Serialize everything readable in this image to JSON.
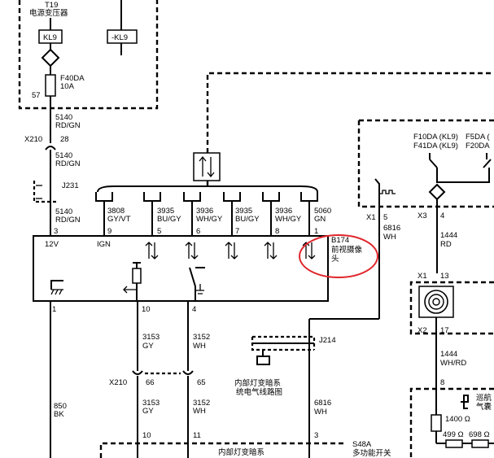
{
  "power_source": {
    "component": "T19",
    "name": "电源变压器",
    "kl9": "KL9",
    "kl9_neg": "-KL9"
  },
  "fuse_top": {
    "id": "F40DA",
    "rating": "10A",
    "pin": "57"
  },
  "wire_5140_a": {
    "circuit": "5140",
    "color": "RD/GN"
  },
  "connector_x210_top": {
    "id": "X210",
    "pin": "28"
  },
  "wire_5140_b": {
    "circuit": "5140",
    "color": "RD/GN"
  },
  "splice_j231": {
    "id": "J231"
  },
  "wire_5140_c": {
    "circuit": "5140",
    "color": "RD/GN",
    "pin": "3"
  },
  "bus_wires": [
    {
      "circuit": "3808",
      "color": "GY/VT",
      "pin": "9"
    },
    {
      "circuit": "3935",
      "color": "BU/GY",
      "pin": "5"
    },
    {
      "circuit": "3936",
      "color": "WH/GY",
      "pin": "6"
    },
    {
      "circuit": "3935",
      "color": "BU/GY",
      "pin": "7"
    },
    {
      "circuit": "3936",
      "color": "WH/GY",
      "pin": "8"
    },
    {
      "circuit": "5060",
      "color": "GN",
      "pin": "1"
    }
  ],
  "camera": {
    "id": "B174",
    "name_line1": "前视摄像",
    "name_line2": "头",
    "pin_12v": "12V",
    "pin_ign": "IGN"
  },
  "bottom_pins": {
    "ground": "1",
    "p10": "10",
    "p4": "4"
  },
  "wire_3153": {
    "circuit": "3153",
    "color": "GY"
  },
  "wire_3152": {
    "circuit": "3152",
    "color": "WH"
  },
  "connector_x210_bottom": {
    "id": "X210",
    "pin_a": "66",
    "pin_b": "65"
  },
  "wire_3153_b": {
    "circuit": "3153",
    "color": "GY",
    "pin": "10"
  },
  "wire_3152_b": {
    "circuit": "3152",
    "color": "WH",
    "pin": "11"
  },
  "wire_850": {
    "circuit": "850",
    "color": "BK"
  },
  "wire_6816_a": {
    "circuit": "6816",
    "color": "WH",
    "pin": "5",
    "connector": "X1"
  },
  "wire_6816_b": {
    "circuit": "6816",
    "color": "WH",
    "pin": "3"
  },
  "splice_j214": {
    "id": "J214"
  },
  "interior_ref": {
    "line1": "内部灯变暗系",
    "line2": "统电气线路图"
  },
  "interior_ref_bottom": "内部灯变暗系",
  "switch_s48a": {
    "id": "S48A",
    "name": "多功能开关"
  },
  "right_fuses": {
    "f10": "F10DA (KL9)",
    "f41": "F41DA (KL9)",
    "f5": "F5DA (",
    "f20": "F20DA"
  },
  "right_connectors": {
    "x3": "X3",
    "x3_pin": "4",
    "x1": "X1",
    "x1_pin": "13",
    "x2": "X2",
    "x2_pin": "17",
    "pin8": "8"
  },
  "wire_1444_a": {
    "circuit": "1444",
    "color": "RD"
  },
  "wire_1444_b": {
    "circuit": "1444",
    "color": "WH/RD"
  },
  "resistors": {
    "r1": "1400 Ω",
    "r2": "499 Ω",
    "r3": "698 Ω"
  },
  "right_edge": {
    "line1": "巡航",
    "line2": "气囊"
  }
}
